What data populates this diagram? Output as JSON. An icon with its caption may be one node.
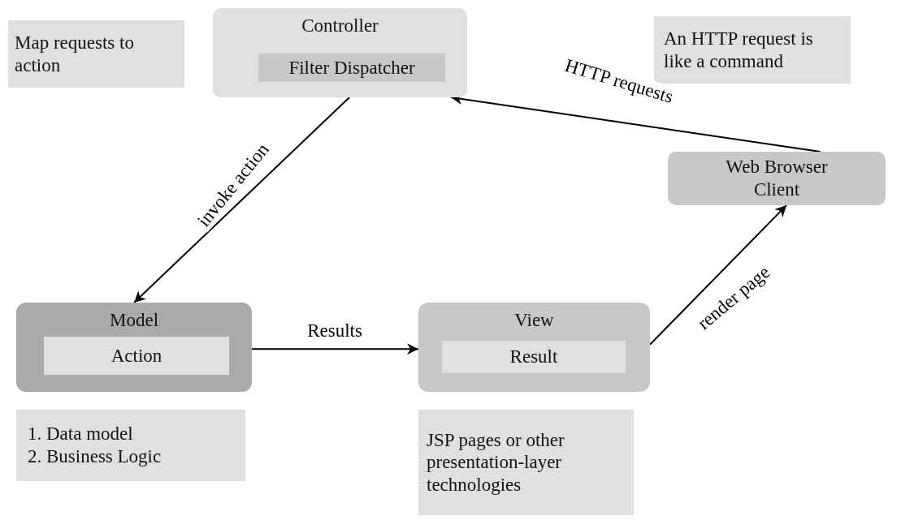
{
  "diagram": {
    "nodes": [
      {
        "text": [
          "Controller"
        ]
      },
      {
        "text": [
          "Filter Dispatcher"
        ],
        "in": 0
      },
      {
        "text": [
          "Map requests to action"
        ]
      },
      {
        "text": [
          "An HTTP request is like a command"
        ]
      },
      {
        "text": [
          "Web Browser Client"
        ]
      },
      {
        "text": [
          "Model"
        ]
      },
      {
        "text": [
          "Action"
        ],
        "in": 5
      },
      {
        "text": [
          "View"
        ]
      },
      {
        "text": [
          "Result"
        ],
        "in": 7
      },
      {
        "text": [
          "1. Data model",
          "2. Business Logic"
        ]
      },
      {
        "text": [
          "JSP pages or other presentation-layer technologies"
        ]
      }
    ],
    "edges": [
      {
        "from": 0,
        "to": 5,
        "arrow": "to",
        "label": "invoke action"
      },
      {
        "from": 5,
        "to": 7,
        "arrow": "to",
        "label": "Results"
      },
      {
        "from": 7,
        "to": 4,
        "arrow": "to",
        "label": "render page"
      },
      {
        "from": 4,
        "to": 0,
        "arrow": "to",
        "label": "HTTP requests"
      }
    ]
  }
}
